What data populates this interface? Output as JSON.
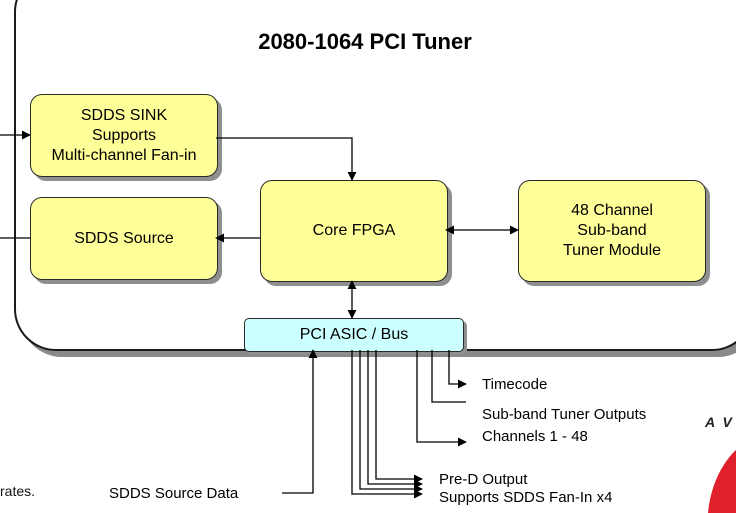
{
  "diagram": {
    "title": "2080-1064 PCI Tuner",
    "blocks": {
      "sdds_sink": [
        "SDDS SINK",
        "Supports",
        "Multi-channel Fan-in"
      ],
      "sdds_source": "SDDS Source",
      "core_fpga": "Core FPGA",
      "tuner_module": [
        "48 Channel",
        "Sub-band",
        "Tuner Module"
      ],
      "pci_asic": "PCI ASIC / Bus"
    },
    "outputs": {
      "timecode": "Timecode",
      "subband": [
        "Sub-band Tuner Outputs",
        "Channels 1 - 48"
      ],
      "pred": [
        "Pre-D Output",
        "Supports SDDS Fan-In x4"
      ]
    },
    "input_label": "SDDS Source Data",
    "fragments": {
      "left_text": "rates.",
      "right_text": "A V"
    },
    "colors": {
      "block_fill": "#ffff99",
      "asic_fill": "#ccffff",
      "accent_red": "#e0202a"
    }
  }
}
